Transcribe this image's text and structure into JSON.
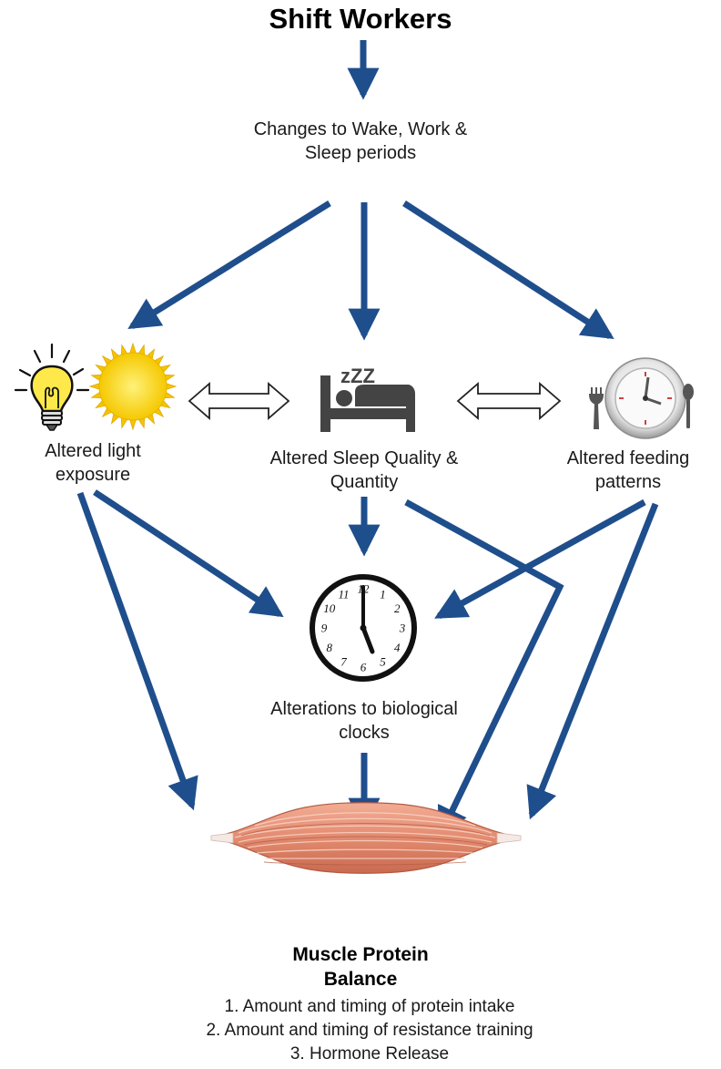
{
  "title": "Shift Workers",
  "changes": {
    "line1": "Changes to Wake, Work &",
    "line2": "Sleep periods"
  },
  "light": {
    "line1": "Altered light",
    "line2": "exposure"
  },
  "sleep": {
    "line1": "Altered Sleep Quality &",
    "line2": "Quantity"
  },
  "feeding": {
    "line1": "Altered feeding",
    "line2": "patterns"
  },
  "clocks": {
    "line1": "Alterations to biological",
    "line2": "clocks"
  },
  "sleep_icon_text": "zZZ",
  "clock_numerals": [
    "12",
    "1",
    "2",
    "3",
    "4",
    "5",
    "6",
    "7",
    "8",
    "9",
    "10",
    "11"
  ],
  "muscle": {
    "title_line1": "Muscle Protein",
    "title_line2": "Balance",
    "items": [
      "1. Amount and timing of protein intake",
      "2. Amount and timing of resistance training",
      "3. Hormone Release"
    ]
  },
  "colors": {
    "arrow": "#1f4e8c",
    "muscle": "#e28b70",
    "muscle_dark": "#c0654c",
    "sun": "#f7d21a",
    "bulb": "#ffe94a",
    "bed": "#444444"
  }
}
